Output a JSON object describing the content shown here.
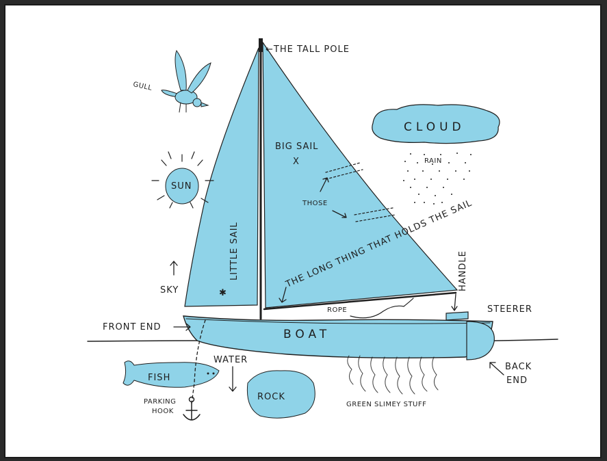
{
  "colors": {
    "water_blue": "#8fd3e8",
    "ink": "#1f1f1f",
    "background": "#ffffff",
    "frame": "#1a1a1a"
  },
  "labels": {
    "tall_pole": "←THE TALL POLE",
    "gull": "GULL",
    "cloud": "CLOUD",
    "rain": "RAIN",
    "big_sail": "BIG SAIL",
    "big_sail_mark": "X",
    "those": "THOSE",
    "sun": "SUN",
    "little_sail": "LITTLE SAIL",
    "little_sail_mark": "✱",
    "long_thing": "THE LONG THING THAT HOLDS THE SAIL",
    "handle": "HANDLE",
    "sky": "SKY",
    "rope": "ROPE",
    "steerer": "STEERER",
    "front_end": "FRONT END",
    "boat": "BOAT",
    "water": "WATER",
    "back": "BACK",
    "end": "END",
    "fish": "FISH",
    "rock": "ROCK",
    "parking": "PARKING",
    "hook": "HOOK",
    "green_slimey": "GREEN SLIMEY STUFF"
  }
}
